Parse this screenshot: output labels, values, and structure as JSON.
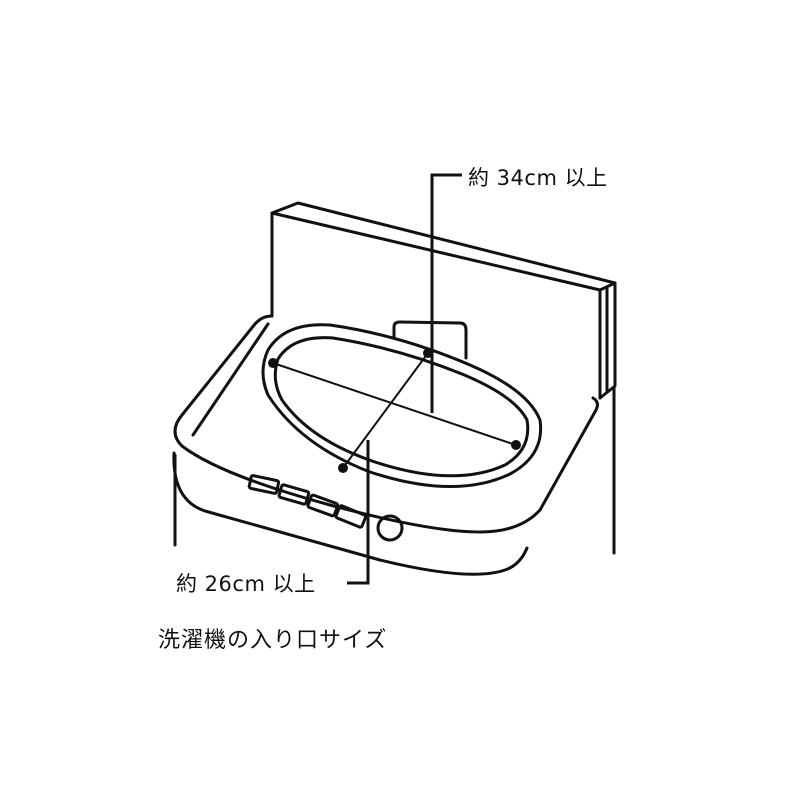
{
  "labels": {
    "depth_label": "約 34cm 以上",
    "width_label": "約 26cm 以上",
    "caption": "洗濯機の入り口サイズ"
  },
  "colors": {
    "stroke": "#111111",
    "background": "#ffffff"
  },
  "control_buttons": [
    "button-1",
    "button-2",
    "button-3",
    "button-4"
  ],
  "dial": "round-dial"
}
